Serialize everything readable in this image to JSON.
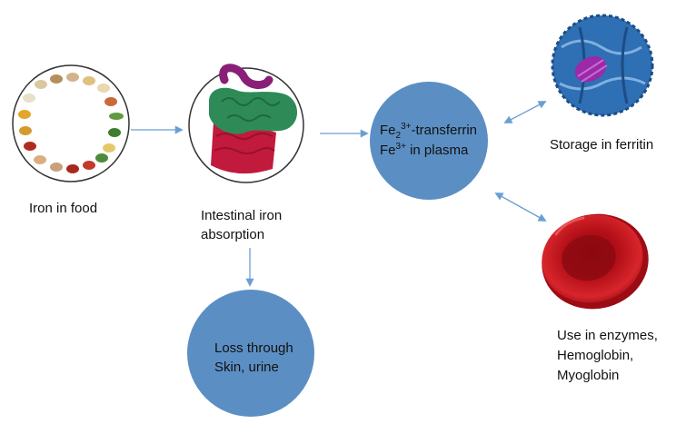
{
  "nodes": {
    "food": {
      "label": "Iron in food"
    },
    "intestine": {
      "label_line1": "Intestinal iron",
      "label_line2": "absorption"
    },
    "plasma": {
      "line1_a": "Fe",
      "line1_sub": "2",
      "line1_sup": "3+",
      "line1_b": "-transferrin",
      "line2_a": "Fe",
      "line2_sup": "3+",
      "line2_b": " in plasma"
    },
    "loss": {
      "label_line1": "Loss through",
      "label_line2": "Skin, urine"
    },
    "ferritin": {
      "label": "Storage in ferritin"
    },
    "use": {
      "label_line1": "Use in enzymes,",
      "label_line2": "Hemoglobin,",
      "label_line3": "Myoglobin"
    }
  },
  "colors": {
    "node_fill": "#5b8fc4",
    "arrow": "#6a9fd3",
    "intestine_red": "#c11a3c",
    "intestine_green": "#2e8b57",
    "intestine_purple": "#8a1f78",
    "rbc_red": "#c8121e",
    "ferritin_blue": "#2f6fb3",
    "ferritin_core": "#9a2aa8"
  }
}
